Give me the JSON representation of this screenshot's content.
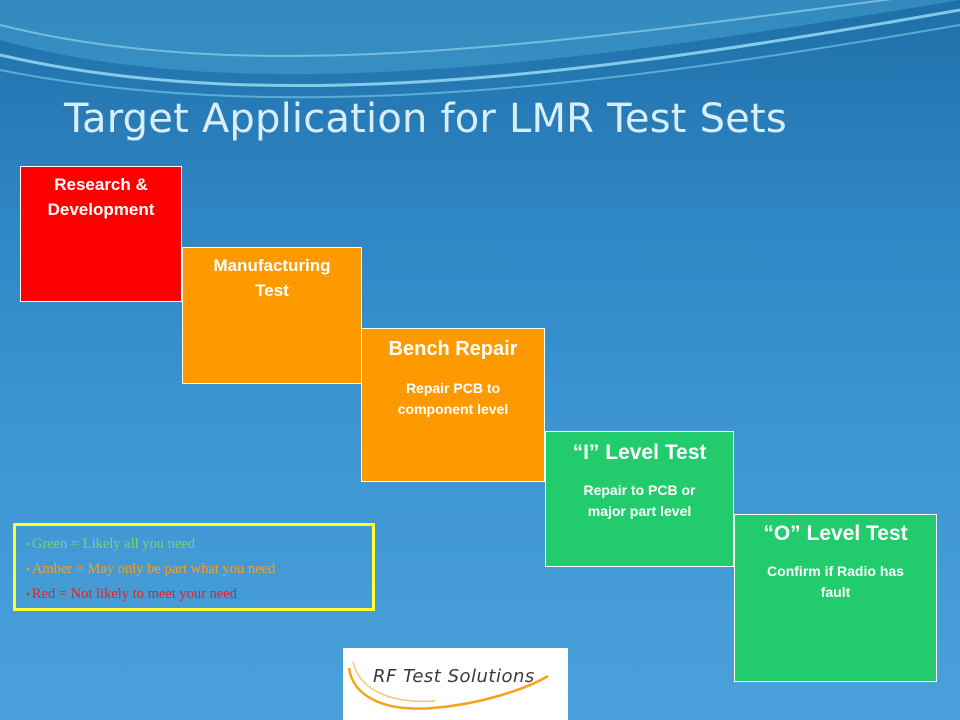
{
  "title": "Target Application for LMR Test Sets",
  "colors": {
    "red": "#ff0000",
    "amber": "#ff9900",
    "green": "#22cc6c",
    "legend_border": "#ffff33",
    "legend_green": "#7ad36a",
    "legend_amber": "#ff9c1a",
    "legend_red": "#ee1c1c"
  },
  "steps": [
    {
      "head_line1": "Research &",
      "head_line2": "Development",
      "color": "red"
    },
    {
      "head_line1": "Manufacturing",
      "head_line2": "Test",
      "color": "amber"
    },
    {
      "head": "Bench Repair",
      "sub_line1": "Repair PCB to",
      "sub_line2": "component level",
      "color": "amber"
    },
    {
      "head": "“I” Level Test",
      "sub_line1": "Repair to PCB or",
      "sub_line2": "major part level",
      "color": "green"
    },
    {
      "head": "“O” Level Test",
      "sub_line1": "Confirm if Radio has",
      "sub_line2": "fault",
      "color": "green"
    }
  ],
  "legend": {
    "items": [
      {
        "text": "Green = Likely all you need",
        "color": "green"
      },
      {
        "text": "Amber = May only be part what you need",
        "color": "amber"
      },
      {
        "text": "Red = Not likely to meet your need",
        "color": "red"
      }
    ]
  },
  "logo": {
    "text": "RF Test Solutions"
  }
}
